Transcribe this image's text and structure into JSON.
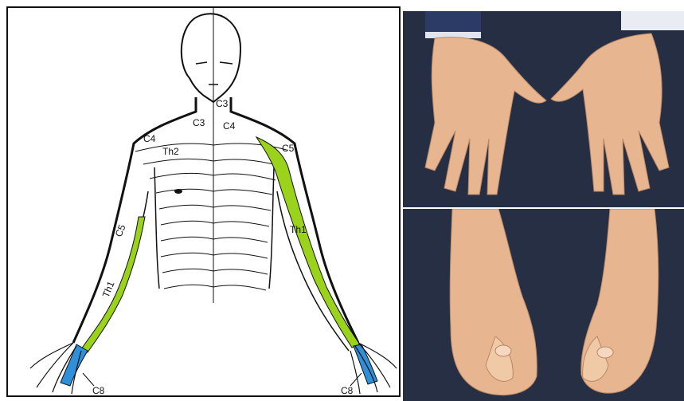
{
  "diagram": {
    "labels": {
      "c3_neck": "C3",
      "c3_chest": "C3",
      "c4_right": "C4",
      "c4_left": "C4",
      "c5_right_arm": "C5",
      "c5_left_arm": "C5",
      "th2": "Th2",
      "th1_right_arm": "Th1",
      "th1_left_arm": "Th1",
      "c8_right_hand": "C8",
      "c8_left_hand": "C8"
    }
  },
  "colors": {
    "dermatome_green": "#9ad21c",
    "dermatome_blue": "#2f8fd8",
    "outline": "#111111",
    "jeans": "#2a344a",
    "skin": "#e7b58f"
  },
  "photos": {
    "top": {
      "icon": "hands-spread-icon"
    },
    "bottom": {
      "icon": "hands-clawed-icon"
    }
  }
}
